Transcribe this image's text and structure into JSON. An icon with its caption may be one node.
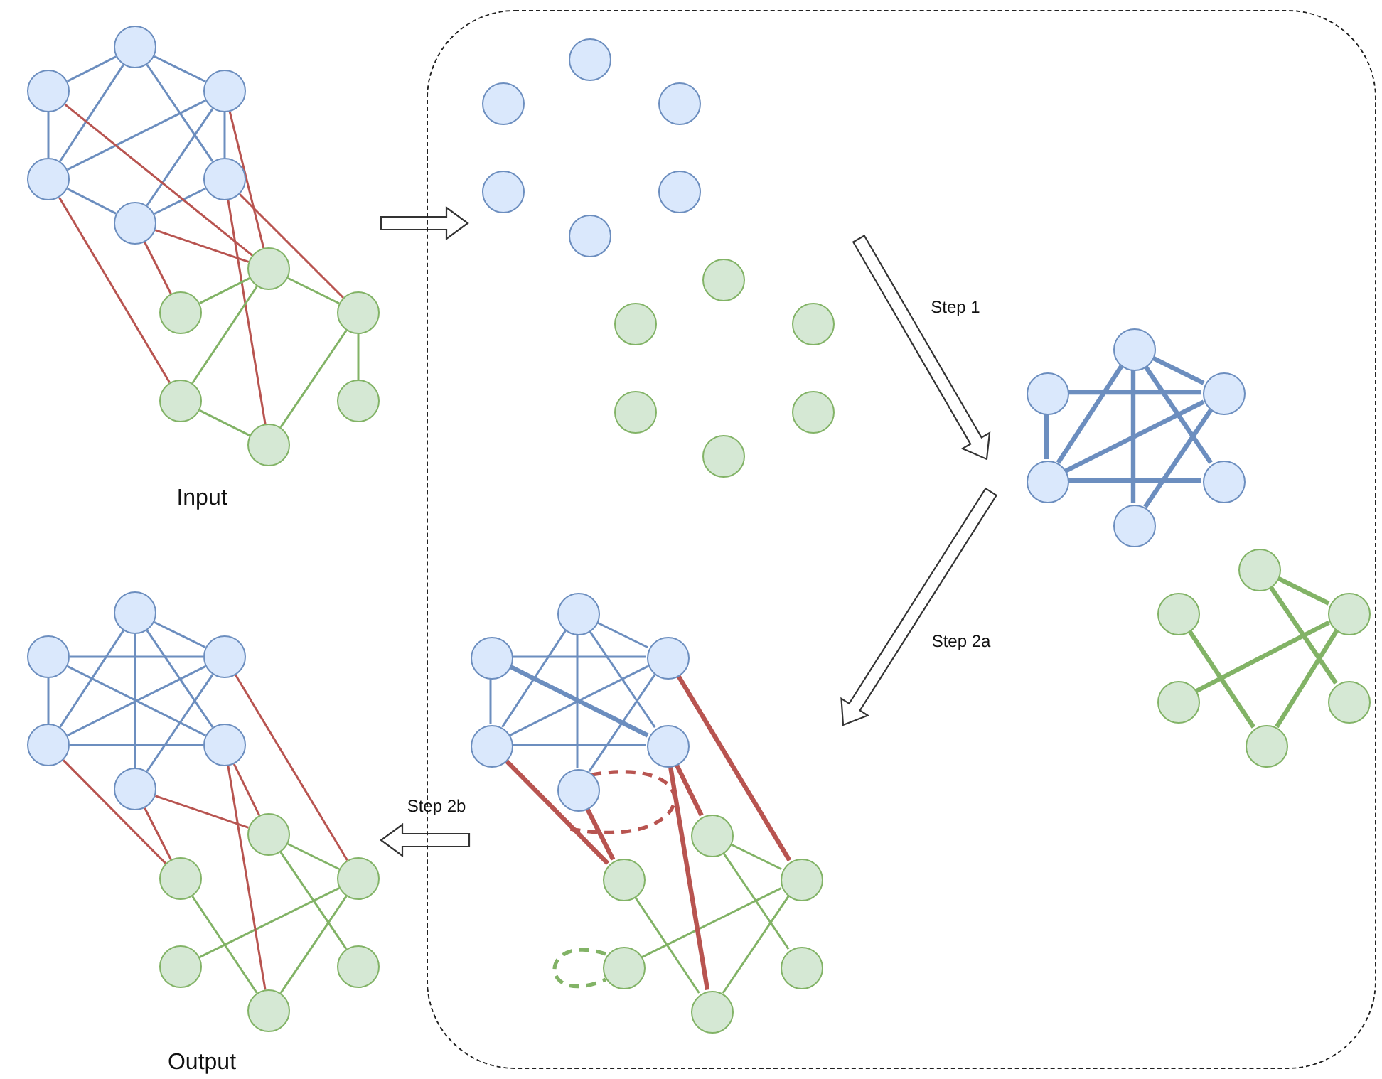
{
  "diagram": {
    "nodes": [
      {
        "text": [],
        "shape": "circle"
      },
      {
        "text": [],
        "shape": "circle"
      },
      {
        "text": [],
        "shape": "circle"
      },
      {
        "text": [],
        "shape": "circle"
      },
      {
        "text": [],
        "shape": "circle"
      },
      {
        "text": [],
        "shape": "circle"
      },
      {
        "text": [],
        "shape": "circle"
      },
      {
        "text": [],
        "shape": "circle"
      },
      {
        "text": [],
        "shape": "circle"
      },
      {
        "text": [],
        "shape": "circle"
      },
      {
        "text": [],
        "shape": "circle"
      },
      {
        "text": [],
        "shape": "circle"
      },
      {
        "text": [],
        "shape": "box"
      },
      {
        "text": [],
        "shape": "circle",
        "in": 12
      },
      {
        "text": [],
        "shape": "circle",
        "in": 12
      },
      {
        "text": [],
        "shape": "circle",
        "in": 12
      },
      {
        "text": [],
        "shape": "circle",
        "in": 12
      },
      {
        "text": [],
        "shape": "circle",
        "in": 12
      },
      {
        "text": [],
        "shape": "circle",
        "in": 12
      },
      {
        "text": [],
        "shape": "circle",
        "in": 12
      },
      {
        "text": [],
        "shape": "circle",
        "in": 12
      },
      {
        "text": [],
        "shape": "circle",
        "in": 12
      },
      {
        "text": [],
        "shape": "circle",
        "in": 12
      },
      {
        "text": [],
        "shape": "circle",
        "in": 12
      },
      {
        "text": [],
        "shape": "circle",
        "in": 12
      },
      {
        "text": [],
        "shape": "circle",
        "in": 12
      },
      {
        "text": [],
        "shape": "circle",
        "in": 12
      },
      {
        "text": [],
        "shape": "circle",
        "in": 12
      },
      {
        "text": [],
        "shape": "circle",
        "in": 12
      },
      {
        "text": [],
        "shape": "circle",
        "in": 12
      },
      {
        "text": [],
        "shape": "circle",
        "in": 12
      },
      {
        "text": [],
        "shape": "circle",
        "in": 12
      },
      {
        "text": [],
        "shape": "circle",
        "in": 12
      },
      {
        "text": [],
        "shape": "circle",
        "in": 12
      },
      {
        "text": [],
        "shape": "circle",
        "in": 12
      },
      {
        "text": [],
        "shape": "circle",
        "in": 12
      },
      {
        "text": [],
        "shape": "circle",
        "in": 12
      },
      {
        "text": [],
        "shape": "circle",
        "in": 12
      },
      {
        "text": [],
        "shape": "circle",
        "in": 12
      },
      {
        "text": [],
        "shape": "circle",
        "in": 12
      },
      {
        "text": [],
        "shape": "circle",
        "in": 12
      },
      {
        "text": [],
        "shape": "circle",
        "in": 12
      },
      {
        "text": [],
        "shape": "circle",
        "in": 12
      },
      {
        "text": [],
        "shape": "circle",
        "in": 12
      },
      {
        "text": [],
        "shape": "circle",
        "in": 12
      },
      {
        "text": [],
        "shape": "circle",
        "in": 12
      },
      {
        "text": [],
        "shape": "circle",
        "in": 12
      },
      {
        "text": [],
        "shape": "circle",
        "in": 12
      },
      {
        "text": [],
        "shape": "circle",
        "in": 12
      },
      {
        "text": [],
        "shape": "circle"
      },
      {
        "text": [],
        "shape": "circle"
      },
      {
        "text": [],
        "shape": "circle"
      },
      {
        "text": [],
        "shape": "circle"
      },
      {
        "text": [],
        "shape": "circle"
      },
      {
        "text": [],
        "shape": "circle"
      },
      {
        "text": [],
        "shape": "circle"
      },
      {
        "text": [],
        "shape": "circle"
      },
      {
        "text": [],
        "shape": "circle"
      },
      {
        "text": [],
        "shape": "circle"
      },
      {
        "text": [],
        "shape": "circle"
      },
      {
        "text": [],
        "shape": "circle"
      }
    ],
    "edges": [
      {
        "from": 0,
        "to": 1,
        "arrow": "none"
      },
      {
        "from": 0,
        "to": 2,
        "arrow": "none"
      },
      {
        "from": 0,
        "to": 3,
        "arrow": "none"
      },
      {
        "from": 0,
        "to": 4,
        "arrow": "none"
      },
      {
        "from": 1,
        "to": 3,
        "arrow": "none"
      },
      {
        "from": 2,
        "to": 3,
        "arrow": "none"
      },
      {
        "from": 2,
        "to": 4,
        "arrow": "none"
      },
      {
        "from": 2,
        "to": 5,
        "arrow": "none"
      },
      {
        "from": 3,
        "to": 5,
        "arrow": "none"
      },
      {
        "from": 4,
        "to": 5,
        "arrow": "none"
      },
      {
        "from": 1,
        "to": 6,
        "arrow": "none",
        "color": "#b85450"
      },
      {
        "from": 2,
        "to": 6,
        "arrow": "none",
        "color": "#b85450"
      },
      {
        "from": 3,
        "to": 9,
        "arrow": "none",
        "color": "#b85450"
      },
      {
        "from": 5,
        "to": 7,
        "arrow": "none",
        "color": "#b85450"
      },
      {
        "from": 5,
        "to": 6,
        "arrow": "none",
        "color": "#b85450"
      },
      {
        "from": 4,
        "to": 8,
        "arrow": "none",
        "color": "#b85450"
      },
      {
        "from": 4,
        "to": 11,
        "arrow": "none",
        "color": "#b85450"
      },
      {
        "from": 6,
        "to": 7,
        "arrow": "none",
        "color": "#82b366"
      },
      {
        "from": 6,
        "to": 8,
        "arrow": "none",
        "color": "#82b366"
      },
      {
        "from": 6,
        "to": 9,
        "arrow": "none",
        "color": "#82b366"
      },
      {
        "from": 8,
        "to": 10,
        "arrow": "none",
        "color": "#82b366"
      },
      {
        "from": 8,
        "to": 11,
        "arrow": "none",
        "color": "#82b366"
      },
      {
        "from": 9,
        "to": 11,
        "arrow": "none",
        "color": "#82b366"
      },
      {
        "from": 25,
        "to": 27,
        "arrow": "none",
        "style": "thick"
      },
      {
        "from": 25,
        "to": 28,
        "arrow": "none",
        "style": "thick"
      },
      {
        "from": 25,
        "to": 30,
        "arrow": "none",
        "style": "thick"
      },
      {
        "from": 25,
        "to": 29,
        "arrow": "none",
        "style": "thick"
      },
      {
        "from": 26,
        "to": 27,
        "arrow": "none",
        "style": "thick"
      },
      {
        "from": 26,
        "to": 28,
        "arrow": "none",
        "style": "thick"
      },
      {
        "from": 28,
        "to": 27,
        "arrow": "none",
        "style": "thick"
      },
      {
        "from": 28,
        "to": 29,
        "arrow": "none",
        "style": "thick"
      },
      {
        "from": 27,
        "to": 30,
        "arrow": "none",
        "style": "thick"
      },
      {
        "from": 31,
        "to": 33,
        "arrow": "none",
        "style": "thick",
        "color": "#82b366"
      },
      {
        "from": 31,
        "to": 35,
        "arrow": "none",
        "style": "thick",
        "color": "#82b366"
      },
      {
        "from": 32,
        "to": 36,
        "arrow": "none",
        "style": "thick",
        "color": "#82b366"
      },
      {
        "from": 34,
        "to": 33,
        "arrow": "none",
        "style": "thick",
        "color": "#82b366"
      },
      {
        "from": 33,
        "to": 36,
        "arrow": "none",
        "style": "thick",
        "color": "#82b366"
      },
      {
        "from": 37,
        "to": 39,
        "arrow": "none"
      },
      {
        "from": 37,
        "to": 40,
        "arrow": "none"
      },
      {
        "from": 37,
        "to": 42,
        "arrow": "none"
      },
      {
        "from": 37,
        "to": 41,
        "arrow": "none"
      },
      {
        "from": 38,
        "to": 39,
        "arrow": "none"
      },
      {
        "from": 38,
        "to": 40,
        "arrow": "none"
      },
      {
        "from": 40,
        "to": 39,
        "arrow": "none"
      },
      {
        "from": 40,
        "to": 41,
        "arrow": "none"
      },
      {
        "from": 39,
        "to": 42,
        "arrow": "none"
      },
      {
        "from": 38,
        "to": 41,
        "arrow": "none",
        "style": "thick"
      },
      {
        "from": 43,
        "to": 45,
        "arrow": "none",
        "color": "#82b366"
      },
      {
        "from": 43,
        "to": 47,
        "arrow": "none",
        "color": "#82b366"
      },
      {
        "from": 44,
        "to": 48,
        "arrow": "none",
        "color": "#82b366"
      },
      {
        "from": 46,
        "to": 45,
        "arrow": "none",
        "color": "#82b366"
      },
      {
        "from": 45,
        "to": 48,
        "arrow": "none",
        "color": "#82b366"
      },
      {
        "from": 40,
        "to": 44,
        "arrow": "none",
        "style": "thick",
        "color": "#b85450"
      },
      {
        "from": 42,
        "to": 44,
        "arrow": "none",
        "style": "thick",
        "color": "#b85450"
      },
      {
        "from": 41,
        "to": 43,
        "arrow": "none",
        "style": "thick",
        "color": "#b85450"
      },
      {
        "from": 41,
        "to": 48,
        "arrow": "none",
        "style": "thick",
        "color": "#b85450"
      },
      {
        "from": 39,
        "to": 45,
        "arrow": "none",
        "style": "thick",
        "color": "#b85450"
      },
      {
        "from": 42,
        "to": 42,
        "arrow": "none",
        "style": "dashed",
        "color": "#b85450"
      },
      {
        "from": 46,
        "to": 46,
        "arrow": "none",
        "style": "dashed",
        "color": "#82b366"
      },
      {
        "from": 49,
        "to": 51,
        "arrow": "none"
      },
      {
        "from": 49,
        "to": 52,
        "arrow": "none"
      },
      {
        "from": 49,
        "to": 54,
        "arrow": "none"
      },
      {
        "from": 49,
        "to": 53,
        "arrow": "none"
      },
      {
        "from": 50,
        "to": 51,
        "arrow": "none"
      },
      {
        "from": 50,
        "to": 53,
        "arrow": "none"
      },
      {
        "from": 50,
        "to": 52,
        "arrow": "none"
      },
      {
        "from": 52,
        "to": 51,
        "arrow": "none"
      },
      {
        "from": 52,
        "to": 53,
        "arrow": "none"
      },
      {
        "from": 51,
        "to": 54,
        "arrow": "none"
      },
      {
        "from": 55,
        "to": 57,
        "arrow": "none",
        "color": "#82b366"
      },
      {
        "from": 55,
        "to": 59,
        "arrow": "none",
        "color": "#82b366"
      },
      {
        "from": 56,
        "to": 60,
        "arrow": "none",
        "color": "#82b366"
      },
      {
        "from": 58,
        "to": 57,
        "arrow": "none",
        "color": "#82b366"
      },
      {
        "from": 57,
        "to": 60,
        "arrow": "none",
        "color": "#82b366"
      },
      {
        "from": 52,
        "to": 56,
        "arrow": "none",
        "color": "#b85450"
      },
      {
        "from": 54,
        "to": 56,
        "arrow": "none",
        "color": "#b85450"
      },
      {
        "from": 54,
        "to": 55,
        "arrow": "none",
        "color": "#b85450"
      },
      {
        "from": 53,
        "to": 55,
        "arrow": "none",
        "color": "#b85450"
      },
      {
        "from": 53,
        "to": 60,
        "arrow": "none",
        "color": "#b85450"
      },
      {
        "from": 51,
        "to": 57,
        "arrow": "none",
        "color": "#b85450"
      }
    ],
    "labels": [
      "Input",
      "Step 1",
      "Step 2a",
      "Step 2b",
      "Output"
    ]
  }
}
